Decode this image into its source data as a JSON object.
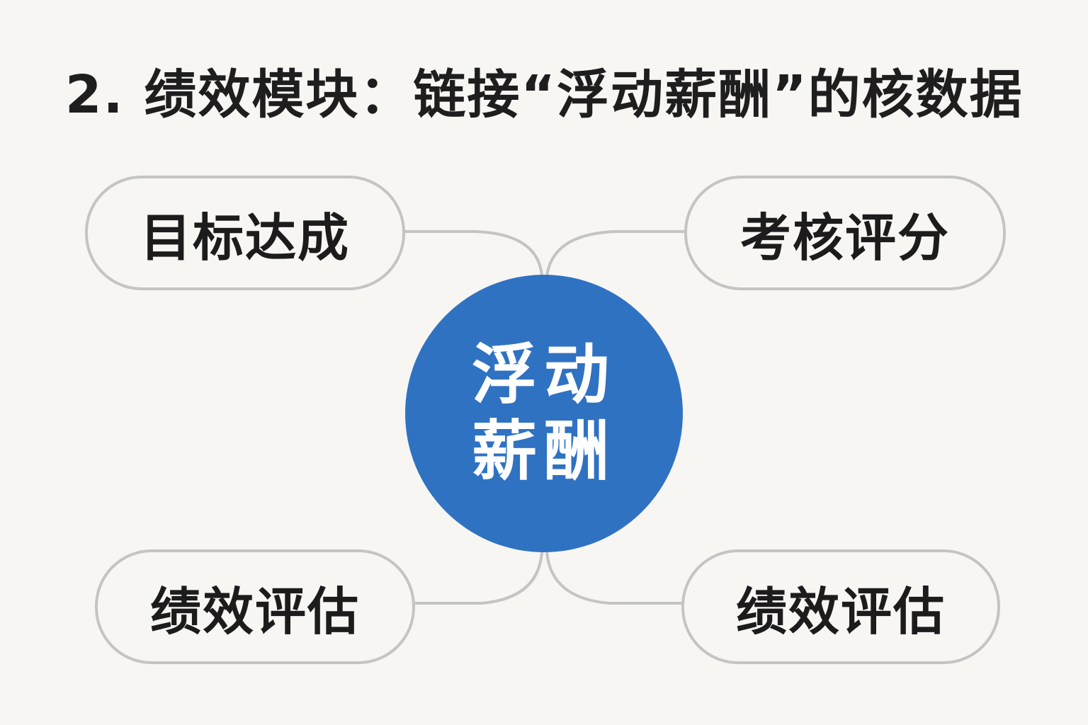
{
  "title": "2. 绩效模块：链接“浮动薪酬”的核数据",
  "center": {
    "line1": "浮动",
    "line2": "薪酬",
    "color": "#2f72c2"
  },
  "nodes": [
    {
      "position": "top-left",
      "label": "目标达成"
    },
    {
      "position": "top-right",
      "label": "考核评分"
    },
    {
      "position": "bottom-left",
      "label": "绩效评估"
    },
    {
      "position": "bottom-right",
      "label": "绩效评估"
    }
  ],
  "colors": {
    "background": "#f7f6f3",
    "node_border": "#c4c4c4",
    "text": "#1c1c1c"
  }
}
